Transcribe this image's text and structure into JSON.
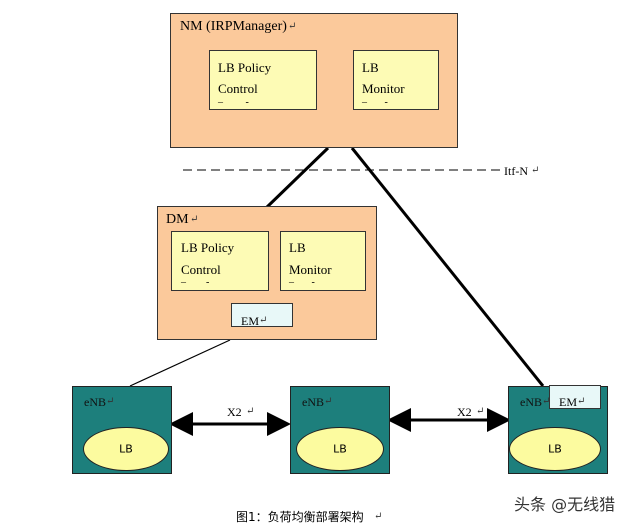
{
  "nm": {
    "title": "NM (IRPManager)",
    "policy": [
      "LB Policy",
      "Control"
    ],
    "monitor": [
      "LB",
      "Monitor"
    ]
  },
  "itf_label": "Itf-N",
  "dm": {
    "title": "DM",
    "policy": [
      "LB Policy",
      "Control"
    ],
    "monitor": [
      "LB",
      "Monitor"
    ],
    "em": "EM"
  },
  "enb": {
    "label": "eNB",
    "lb": "LB",
    "em": "EM"
  },
  "x2": "X2",
  "caption": "图1：负荷均衡部署架构",
  "watermark": "头条 @无线猎",
  "colors": {
    "management_box": "#fbc99b",
    "function_box": "#fdfbb5",
    "enb_box": "#1d7f7c",
    "lb_ellipse": "#fcfb9f"
  }
}
